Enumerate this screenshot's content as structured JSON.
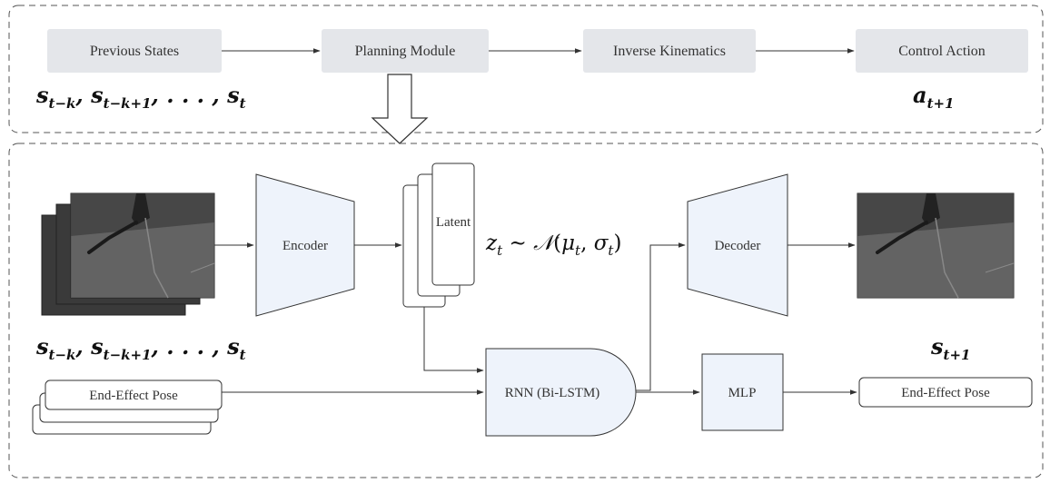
{
  "top_panel": {
    "stages": [
      "Previous States",
      "Planning Module",
      "Inverse Kinematics",
      "Control Action"
    ],
    "states_notation": {
      "main": "s",
      "parts": [
        "t−k",
        "t−k+1",
        "t"
      ],
      "sep": ", ",
      "ellipsis": ", . . . , "
    },
    "action_notation": {
      "main": "a",
      "sub": "t+1"
    }
  },
  "bottom_panel": {
    "encoder_label": "Encoder",
    "latent_label": "Latent",
    "latent_formula": "z_t ~ N(μ_t, σ_t)",
    "decoder_label": "Decoder",
    "rnn_label": "RNN (Bi-LSTM)",
    "mlp_label": "MLP",
    "pose_input_label": "End-Effect Pose",
    "pose_output_label": "End-Effect Pose",
    "states_notation": {
      "main": "s",
      "parts": [
        "t−k",
        "t−k+1",
        "t"
      ]
    },
    "next_state_notation": {
      "main": "s",
      "sub": "t+1"
    }
  },
  "colors": {
    "stage_fill": "#e4e6ea",
    "block_fill": "#eef3fb",
    "stroke": "#333333",
    "panel_border": "#555555",
    "frame_fill": "#3c3c3c"
  }
}
